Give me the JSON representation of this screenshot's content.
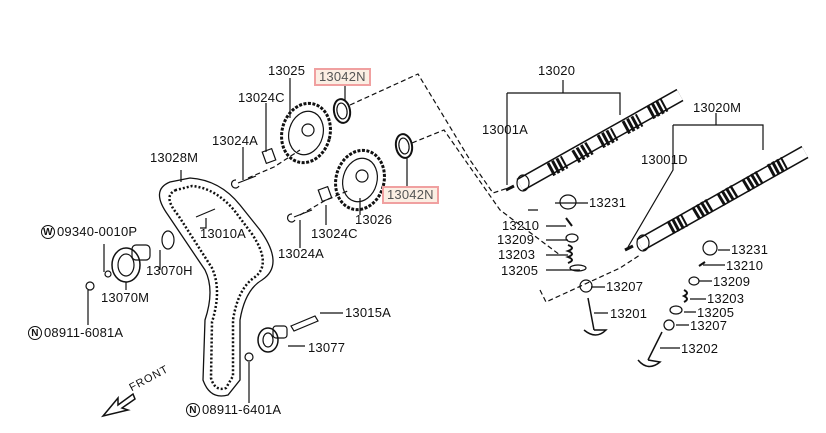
{
  "diagram": {
    "title": "Camshaft & Valve Mechanism",
    "highlight_color": "#f0a0a0",
    "highlight_fill": "#fbeee3",
    "labels": {
      "p13025": "13025",
      "p13042n_top": "13042N",
      "p13024c_top": "13024C",
      "p13024a_top": "13024A",
      "p13028m": "13028M",
      "p13042n_bottom": "13042N",
      "p13026": "13026",
      "p13024c_bottom": "13024C",
      "p13024a_bottom": "13024A",
      "p13010a": "13010A",
      "p09340": "09340-0010P",
      "p09340_symbol": "W",
      "p13070h": "13070H",
      "p13070m": "13070M",
      "p08911_6081a": "08911-6081A",
      "p08911_6081a_symbol": "N",
      "p13015a": "13015A",
      "p13077": "13077",
      "p08911_6401a": "08911-6401A",
      "p08911_6401a_symbol": "N",
      "p13020": "13020",
      "p13001a": "13001A",
      "p13020m": "13020M",
      "p13001d": "13001D",
      "p13231_a": "13231",
      "p13210_a": "13210",
      "p13209_a": "13209",
      "p13203_a": "13203",
      "p13205_a": "13205",
      "p13207_a": "13207",
      "p13201": "13201",
      "p13231_b": "13231",
      "p13210_b": "13210",
      "p13209_b": "13209",
      "p13203_b": "13203",
      "p13205_b": "13205",
      "p13207_b": "13207",
      "p13202": "13202"
    },
    "front_label": "FRONT"
  }
}
